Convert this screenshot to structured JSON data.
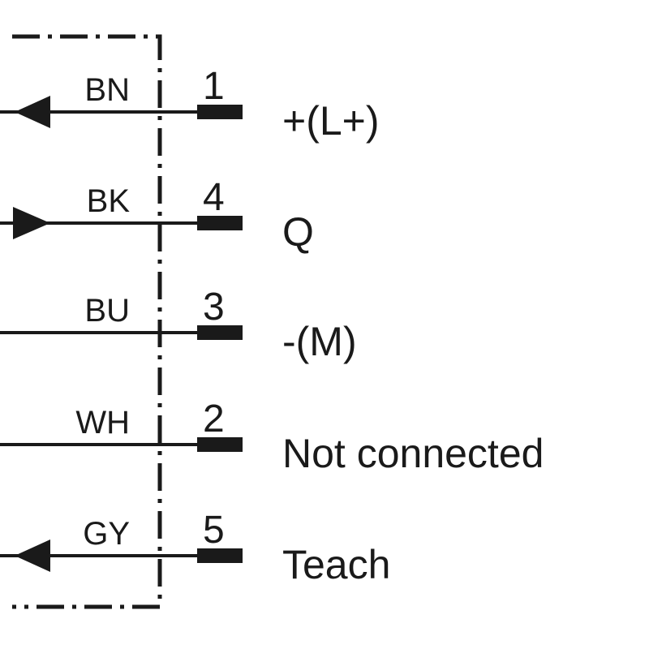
{
  "title": "Connection diagram",
  "rows": [
    {
      "wire": "BN",
      "pin": "1",
      "signal": "+(L+)",
      "arrow": "left"
    },
    {
      "wire": "BK",
      "pin": "4",
      "signal": "Q",
      "arrow": "right"
    },
    {
      "wire": "BU",
      "pin": "3",
      "signal": "-(M)",
      "arrow": "none"
    },
    {
      "wire": "WH",
      "pin": "2",
      "signal": "Not connected",
      "arrow": "none"
    },
    {
      "wire": "GY",
      "pin": "5",
      "signal": "Teach",
      "arrow": "left"
    }
  ],
  "colors": {
    "line": "#1a1a1a",
    "background": "#ffffff"
  }
}
